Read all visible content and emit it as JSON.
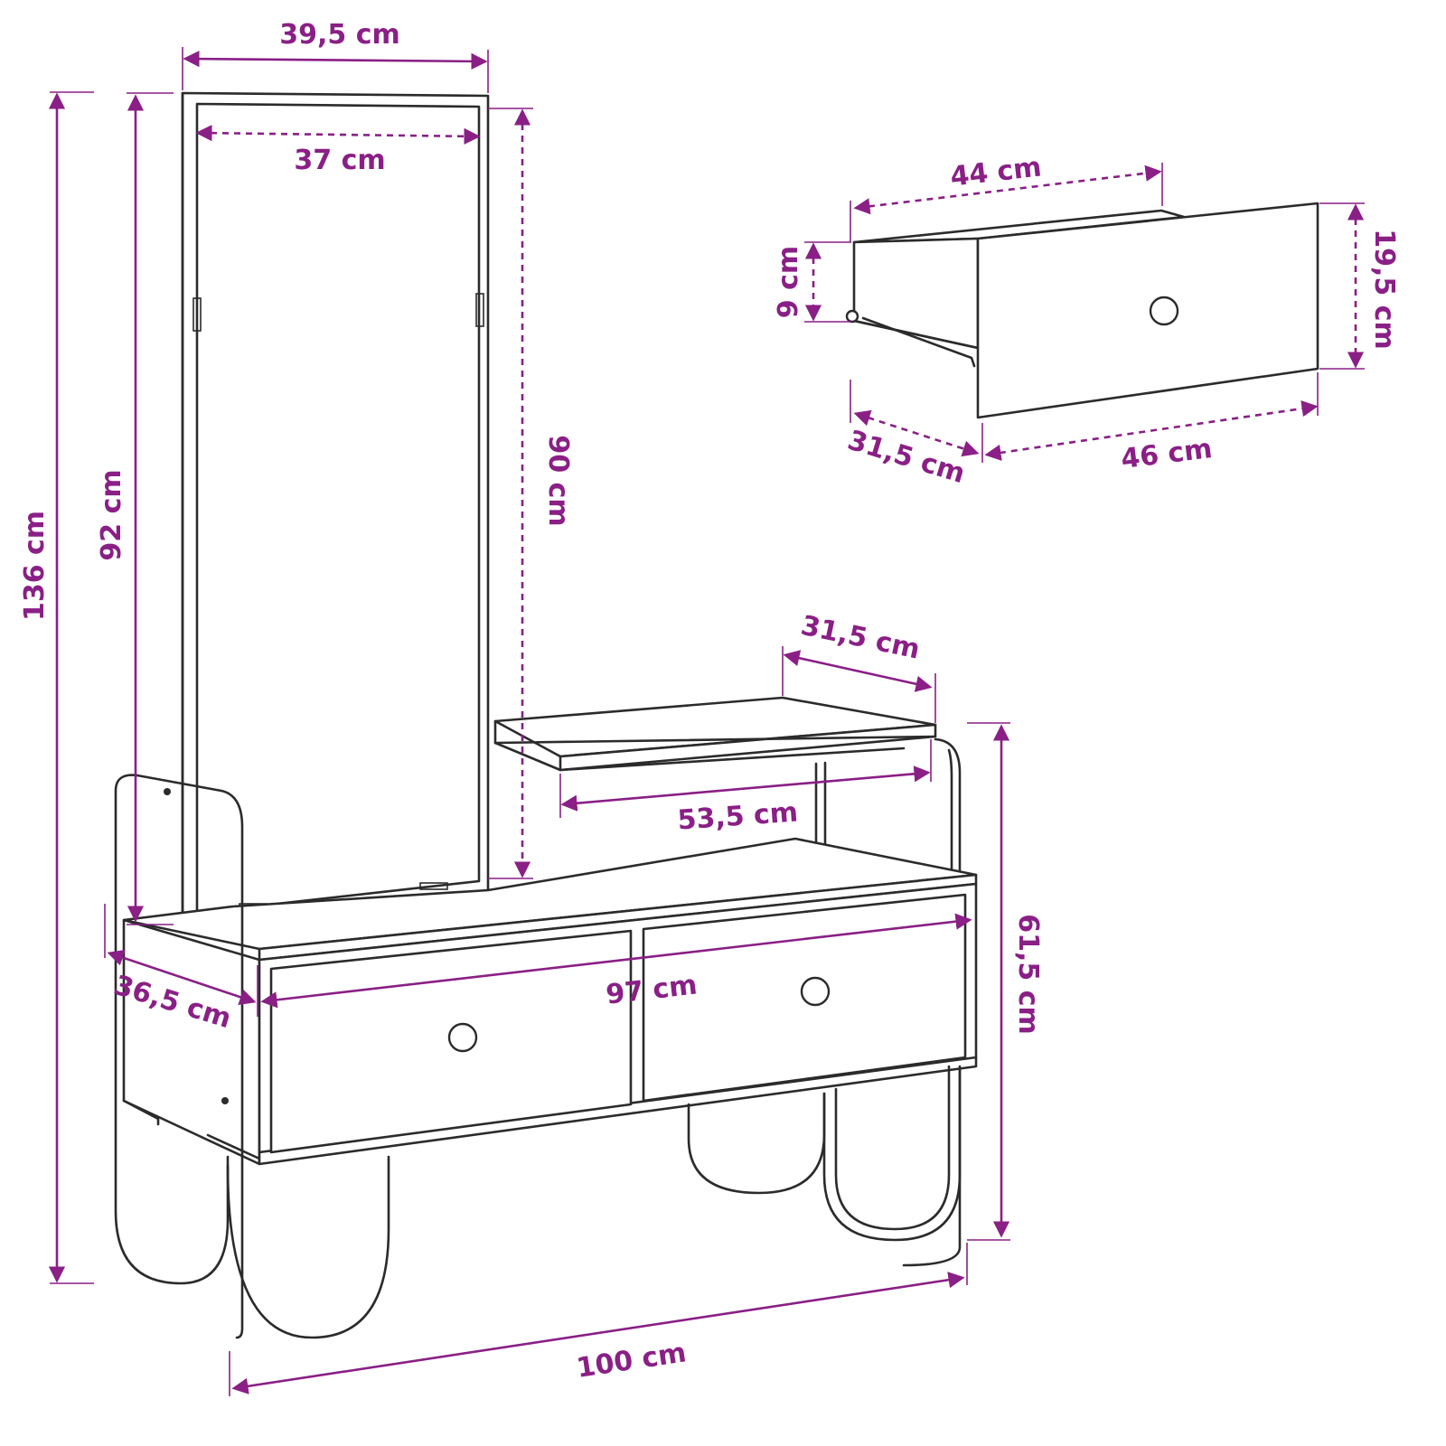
{
  "colors": {
    "dimension": "#8a1f86",
    "outline": "#2b2b2b",
    "background": "#ffffff"
  },
  "labels": {
    "mirror_outer_width": "39,5 cm",
    "mirror_inner_width": "37 cm",
    "mirror_outer_height": "92 cm",
    "mirror_inner_height": "90 cm",
    "total_height": "136 cm",
    "drawer_inner_width": "44 cm",
    "drawer_inner_height": "9 cm",
    "drawer_front_height": "19,5 cm",
    "drawer_depth": "31,5 cm",
    "drawer_front_width": "46 cm",
    "shelf_depth": "31,5 cm",
    "shelf_width": "53,5 cm",
    "cabinet_height": "61,5 cm",
    "cabinet_depth": "36,5 cm",
    "cabinet_inner_width": "97 cm",
    "total_width": "100 cm"
  }
}
